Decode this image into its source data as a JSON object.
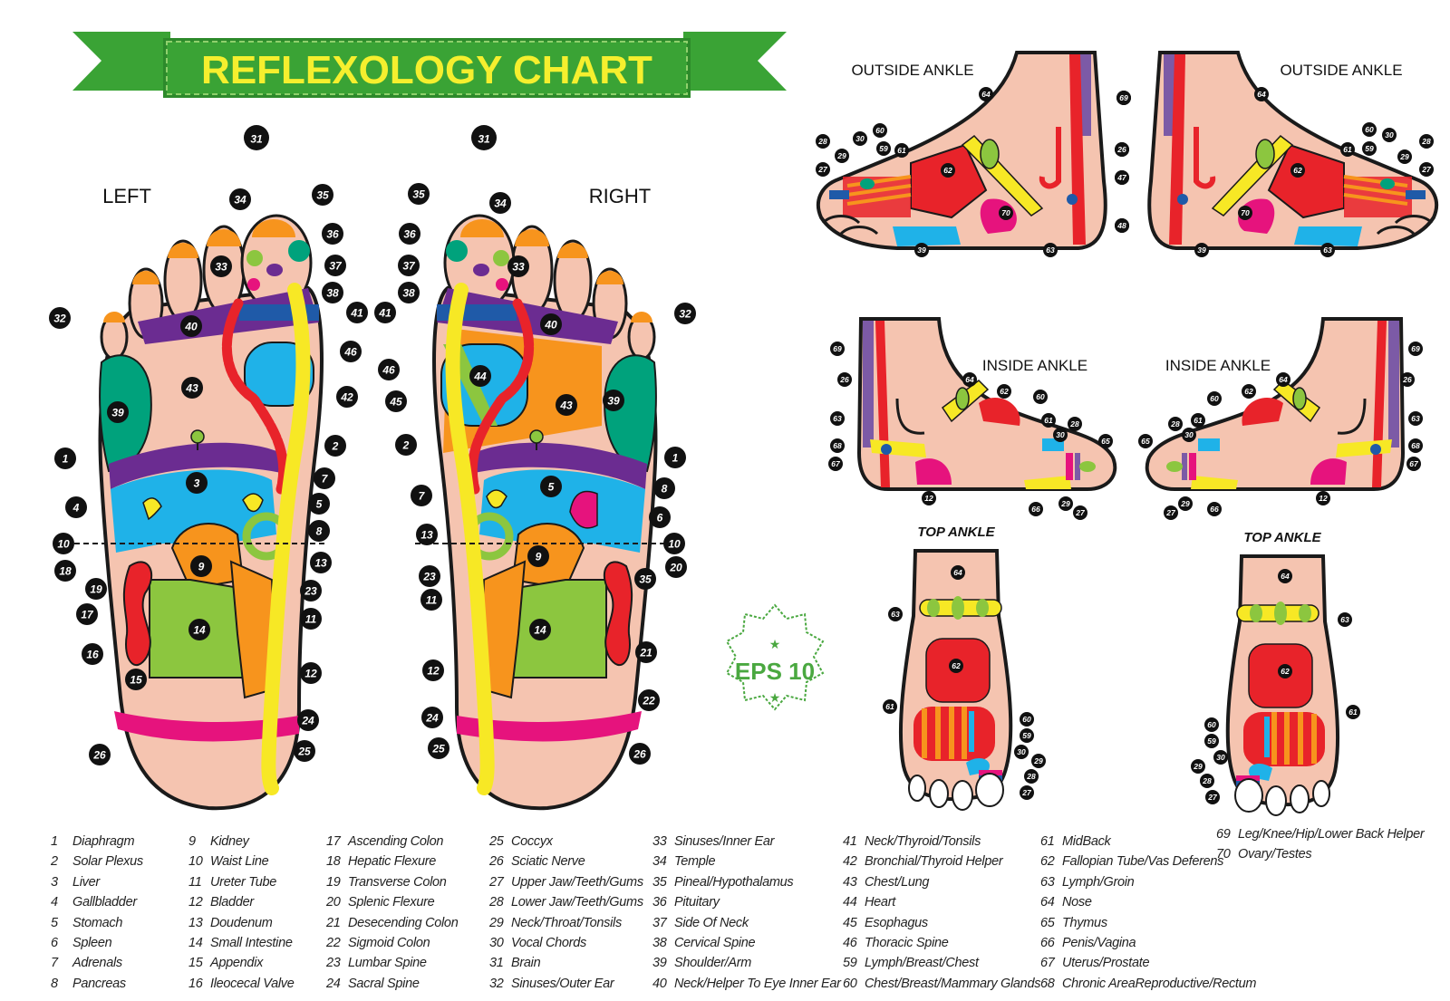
{
  "banner": {
    "title": "REFLEXOLOGY CHART",
    "color": "#3aa335",
    "text_color": "#f5ef2e"
  },
  "labels": {
    "left": "LEFT",
    "right": "RIGHT",
    "outside_ankle_left": "OUTSIDE ANKLE",
    "outside_ankle_right": "OUTSIDE ANKLE",
    "inside_ankle_left": "INSIDE ANKLE",
    "inside_ankle_right": "INSIDE ANKLE",
    "top_ankle_left": "TOP ANKLE",
    "top_ankle_right": "TOP ANKLE"
  },
  "badge": {
    "text": "EPS 10",
    "color": "#4aa840"
  },
  "colors": {
    "skin": "#f5c4b0",
    "red": "#e8232a",
    "yellow": "#f7e825",
    "green": "#8cc63f",
    "teal": "#00a27c",
    "blue": "#1fb2e8",
    "purple": "#6b2c91",
    "orange": "#f7941d",
    "magenta": "#e6137d",
    "navy": "#1f5aa8"
  },
  "legend_columns": [
    [
      {
        "n": "1",
        "label": "Diaphragm"
      },
      {
        "n": "2",
        "label": "Solar Plexus"
      },
      {
        "n": "3",
        "label": "Liver"
      },
      {
        "n": "4",
        "label": "Gallbladder"
      },
      {
        "n": "5",
        "label": "Stomach"
      },
      {
        "n": "6",
        "label": "Spleen"
      },
      {
        "n": "7",
        "label": "Adrenals"
      },
      {
        "n": "8",
        "label": "Pancreas"
      }
    ],
    [
      {
        "n": "9",
        "label": "Kidney"
      },
      {
        "n": "10",
        "label": "Waist Line"
      },
      {
        "n": "11",
        "label": "Ureter Tube"
      },
      {
        "n": "12",
        "label": "Bladder"
      },
      {
        "n": "13",
        "label": "Doudenum"
      },
      {
        "n": "14",
        "label": "Small Intestine"
      },
      {
        "n": "15",
        "label": "Appendix"
      },
      {
        "n": "16",
        "label": "Ileocecal Valve"
      }
    ],
    [
      {
        "n": "17",
        "label": "Ascending Colon"
      },
      {
        "n": "18",
        "label": "Hepatic Flexure"
      },
      {
        "n": "19",
        "label": "Transverse Colon"
      },
      {
        "n": "20",
        "label": "Splenic Flexure"
      },
      {
        "n": "21",
        "label": "Desecending Colon"
      },
      {
        "n": "22",
        "label": "Sigmoid Colon"
      },
      {
        "n": "23",
        "label": "Lumbar Spine"
      },
      {
        "n": "24",
        "label": "Sacral Spine"
      }
    ],
    [
      {
        "n": "25",
        "label": "Coccyx"
      },
      {
        "n": "26",
        "label": "Sciatic Nerve"
      },
      {
        "n": "27",
        "label": "Upper Jaw/Teeth/Gums"
      },
      {
        "n": "28",
        "label": "Lower Jaw/Teeth/Gums"
      },
      {
        "n": "29",
        "label": "Neck/Throat/Tonsils"
      },
      {
        "n": "30",
        "label": "Vocal Chords"
      },
      {
        "n": "31",
        "label": "Brain"
      },
      {
        "n": "32",
        "label": "Sinuses/Outer Ear"
      }
    ],
    [
      {
        "n": "33",
        "label": "Sinuses/Inner Ear"
      },
      {
        "n": "34",
        "label": "Temple"
      },
      {
        "n": "35",
        "label": "Pineal/Hypothalamus"
      },
      {
        "n": "36",
        "label": "Pituitary"
      },
      {
        "n": "37",
        "label": "Side Of Neck"
      },
      {
        "n": "38",
        "label": "Cervical Spine"
      },
      {
        "n": "39",
        "label": "Shoulder/Arm"
      },
      {
        "n": "40",
        "label": "Neck/Helper To Eye  Inner Ear"
      }
    ],
    [
      {
        "n": "41",
        "label": "Neck/Thyroid/Tonsils"
      },
      {
        "n": "42",
        "label": "Bronchial/Thyroid Helper"
      },
      {
        "n": "43",
        "label": "Chest/Lung"
      },
      {
        "n": "44",
        "label": "Heart"
      },
      {
        "n": "45",
        "label": "Esophagus"
      },
      {
        "n": "46",
        "label": "Thoracic Spine"
      },
      {
        "n": "59",
        "label": "Lymph/Breast/Chest"
      },
      {
        "n": "60",
        "label": "Chest/Breast/Mammary Glands"
      }
    ],
    [
      {
        "n": "61",
        "label": "MidBack"
      },
      {
        "n": "62",
        "label": "Fallopian Tube/Vas Deferens"
      },
      {
        "n": "63",
        "label": "Lymph/Groin"
      },
      {
        "n": "64",
        "label": "Nose"
      },
      {
        "n": "65",
        "label": "Thymus"
      },
      {
        "n": "66",
        "label": "Penis/Vagina"
      },
      {
        "n": "67",
        "label": "Uterus/Prostate"
      },
      {
        "n": "68",
        "label": "Chronic AreaReproductive/Rectum"
      }
    ],
    [
      {
        "n": "69",
        "label": "Leg/Knee/Hip/Lower Back Helper"
      },
      {
        "n": "70",
        "label": "Ovary/Testes"
      }
    ]
  ],
  "callouts": {
    "left_sole": [
      "31",
      "34",
      "35",
      "36",
      "37",
      "38",
      "41",
      "46",
      "42",
      "2",
      "7",
      "5",
      "8",
      "13",
      "23",
      "11",
      "12",
      "24",
      "25",
      "32",
      "39",
      "43",
      "40",
      "33",
      "1",
      "3",
      "4",
      "10",
      "18",
      "19",
      "17",
      "16",
      "15",
      "9",
      "14",
      "26"
    ],
    "right_sole": [
      "31",
      "35",
      "34",
      "36",
      "37",
      "38",
      "41",
      "46",
      "45",
      "44",
      "43",
      "40",
      "33",
      "32",
      "39",
      "2",
      "1",
      "7",
      "5",
      "8",
      "6",
      "13",
      "10",
      "20",
      "35",
      "23",
      "11",
      "9",
      "14",
      "21",
      "12",
      "22",
      "24",
      "25",
      "26"
    ],
    "outside_left": [
      "28",
      "30",
      "60",
      "29",
      "59",
      "61",
      "27",
      "62",
      "64",
      "70",
      "39",
      "63",
      "48",
      "47",
      "26",
      "69"
    ],
    "outside_right": [
      "69",
      "26",
      "47",
      "48",
      "64",
      "60",
      "30",
      "28",
      "61",
      "59",
      "29",
      "27",
      "62",
      "70",
      "63",
      "39"
    ],
    "inside_left": [
      "69",
      "26",
      "64",
      "62",
      "63",
      "68",
      "67",
      "60",
      "61",
      "30",
      "28",
      "65",
      "12",
      "66",
      "29",
      "27"
    ],
    "inside_right": [
      "69",
      "26",
      "64",
      "62",
      "60",
      "61",
      "28",
      "30",
      "65",
      "63",
      "68",
      "67",
      "12",
      "29",
      "27",
      "66"
    ],
    "top_left": [
      "64",
      "63",
      "62",
      "61",
      "60",
      "59",
      "30",
      "29",
      "28",
      "27"
    ],
    "top_right": [
      "64",
      "63",
      "62",
      "61",
      "60",
      "59",
      "30",
      "29",
      "28",
      "27"
    ]
  }
}
